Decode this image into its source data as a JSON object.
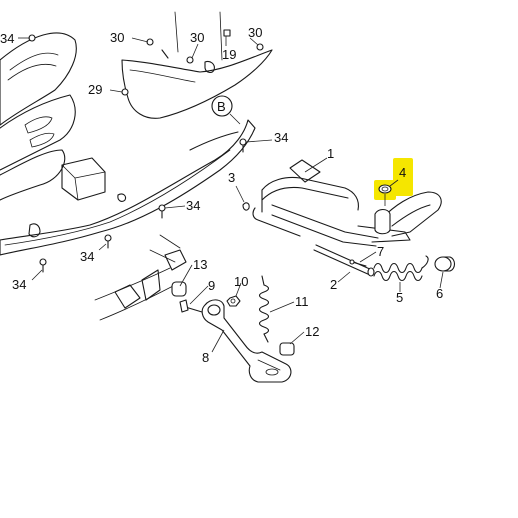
{
  "callouts": [
    {
      "id": "c34a",
      "text": "34"
    },
    {
      "id": "c30a",
      "text": "30"
    },
    {
      "id": "c30b",
      "text": "30"
    },
    {
      "id": "c30c",
      "text": "30"
    },
    {
      "id": "c19",
      "text": "19"
    },
    {
      "id": "c29",
      "text": "29"
    },
    {
      "id": "cB",
      "text": "B"
    },
    {
      "id": "c34b",
      "text": "34"
    },
    {
      "id": "c1",
      "text": "1"
    },
    {
      "id": "c4",
      "text": "4"
    },
    {
      "id": "c3",
      "text": "3"
    },
    {
      "id": "c34c",
      "text": "34"
    },
    {
      "id": "c34d",
      "text": "34"
    },
    {
      "id": "c34e",
      "text": "34"
    },
    {
      "id": "c13",
      "text": "13"
    },
    {
      "id": "c7",
      "text": "7"
    },
    {
      "id": "c2",
      "text": "2"
    },
    {
      "id": "c5",
      "text": "5"
    },
    {
      "id": "c6",
      "text": "6"
    },
    {
      "id": "c9",
      "text": "9"
    },
    {
      "id": "c10",
      "text": "10"
    },
    {
      "id": "c11",
      "text": "11"
    },
    {
      "id": "c12",
      "text": "12"
    },
    {
      "id": "c8",
      "text": "8"
    }
  ],
  "highlight": {
    "part": "4",
    "color": "#f5e600"
  }
}
